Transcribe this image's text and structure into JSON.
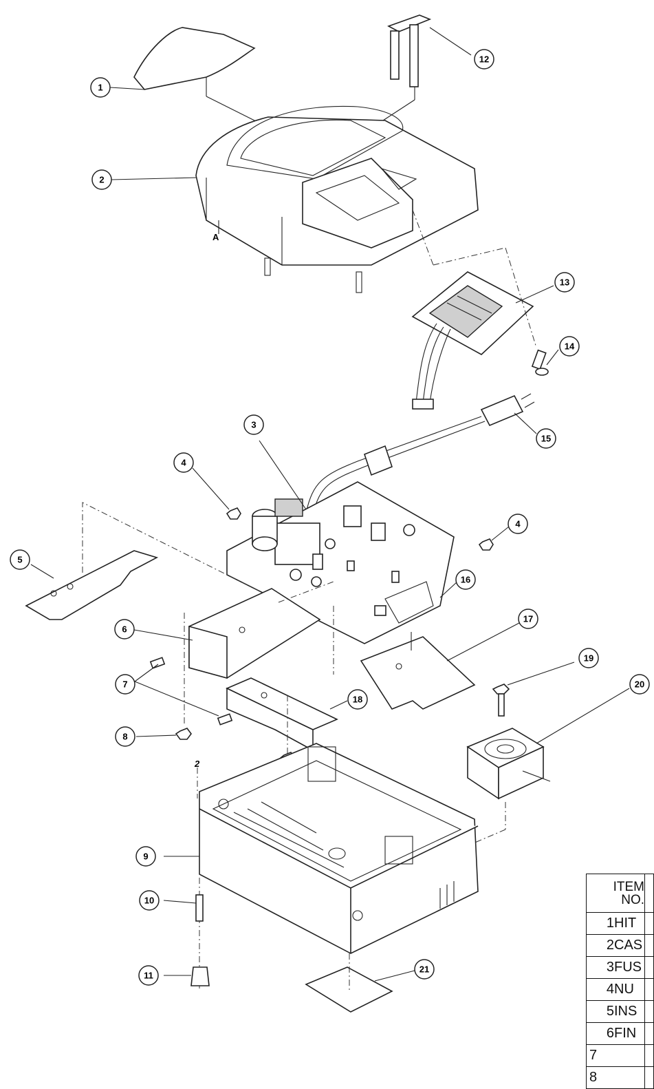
{
  "diagram": {
    "callouts": [
      "1",
      "2",
      "3",
      "4",
      "4",
      "5",
      "6",
      "7",
      "8",
      "9",
      "10",
      "11",
      "12",
      "13",
      "14",
      "15",
      "16",
      "17",
      "18",
      "19",
      "20",
      "21"
    ],
    "marker_a": "A",
    "marker_2": "2"
  },
  "table": {
    "header_line1": "ITEM",
    "header_line2": "NO.",
    "rows": [
      {
        "no": "1",
        "desc_fragment": "HIT"
      },
      {
        "no": "2",
        "desc_fragment": "CAS"
      },
      {
        "no": "3",
        "desc_fragment": "FUS"
      },
      {
        "no": "4",
        "desc_fragment": "NU"
      },
      {
        "no": "5",
        "desc_fragment": "INS"
      },
      {
        "no": "6",
        "desc_fragment": "FIN"
      },
      {
        "no": "7",
        "desc_fragment": ""
      },
      {
        "no": "8",
        "desc_fragment": ""
      }
    ]
  }
}
